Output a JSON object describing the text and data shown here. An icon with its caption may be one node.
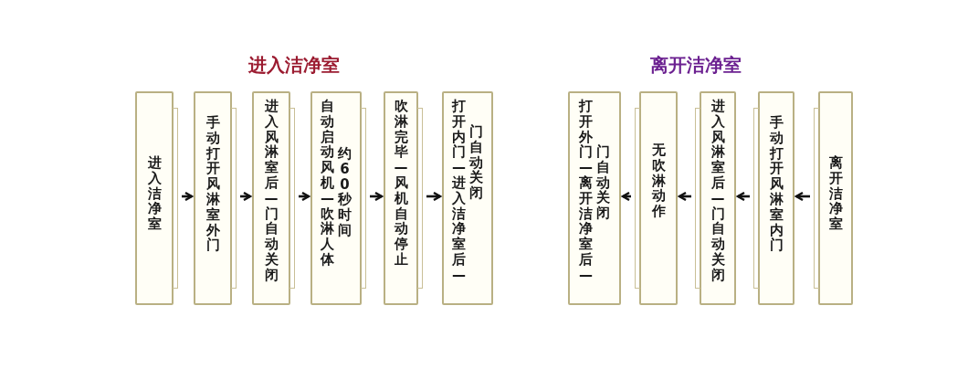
{
  "diagram": {
    "nodes": [
      {
        "text": [
          "进入洁净室"
        ]
      },
      {
        "text": [
          "手动打开风淋室外门"
        ]
      },
      {
        "text": [
          "进入风淋室后—门自动关闭"
        ]
      },
      {
        "text": [
          "自动启动风机—吹淋人体",
          "约60秒时间"
        ]
      },
      {
        "text": [
          "吹淋完毕—风机自动停止"
        ]
      },
      {
        "text": [
          "打开内门—进入洁净室后—",
          "门自动关闭"
        ]
      },
      {
        "text": [
          "打开外门—离开洁净室后—",
          "门自动关闭"
        ]
      },
      {
        "text": [
          "无吹淋动作"
        ]
      },
      {
        "text": [
          "进入风淋室后—门自动关闭"
        ]
      },
      {
        "text": [
          "手动打开风淋室内门"
        ]
      },
      {
        "text": [
          "离开洁净室"
        ]
      }
    ],
    "edges": [
      {
        "from": 0,
        "to": 1,
        "arrow": "to"
      },
      {
        "from": 1,
        "to": 2,
        "arrow": "to"
      },
      {
        "from": 2,
        "to": 3,
        "arrow": "to"
      },
      {
        "from": 3,
        "to": 4,
        "arrow": "to"
      },
      {
        "from": 4,
        "to": 5,
        "arrow": "to"
      },
      {
        "from": 10,
        "to": 9,
        "arrow": "to"
      },
      {
        "from": 9,
        "to": 8,
        "arrow": "to"
      },
      {
        "from": 8,
        "to": 7,
        "arrow": "to"
      },
      {
        "from": 7,
        "to": 6,
        "arrow": "to"
      }
    ],
    "labels": [
      "进入洁净室",
      "离开洁净室"
    ]
  }
}
